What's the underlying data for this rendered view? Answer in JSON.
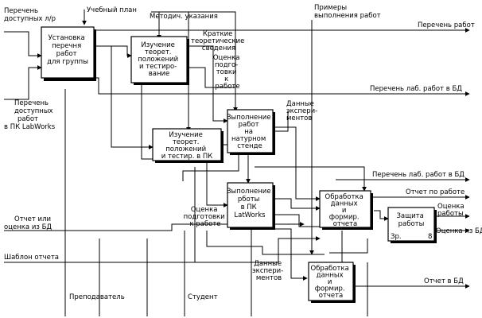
{
  "blocks": [
    {
      "id": "b1",
      "lines": [
        "Установка",
        "перечня",
        "работ",
        "для группы"
      ]
    },
    {
      "id": "b2",
      "lines": [
        "Изучение",
        "теорет.",
        "положений",
        "и тестиро-",
        "вание"
      ]
    },
    {
      "id": "b3",
      "lines": [
        "Изучение",
        "теорет.",
        "положений",
        "и тестир. в ПК"
      ]
    },
    {
      "id": "b4",
      "lines": [
        "Выполнение",
        "работ",
        "на",
        "натурном",
        "стенде"
      ]
    },
    {
      "id": "b5",
      "lines": [
        "Выполнение",
        "рботы",
        "в ПК",
        "LatWorks"
      ]
    },
    {
      "id": "b6",
      "lines": [
        "Обработка",
        "данных",
        "и",
        "формир.",
        "отчета"
      ]
    },
    {
      "id": "b7",
      "lines": [
        "Защита",
        "работы"
      ],
      "corner_left": "Зр.",
      "corner_right": "8"
    },
    {
      "id": "b8",
      "lines": [
        "Обработка",
        "данных",
        "и",
        "формир.",
        "отчета"
      ]
    }
  ],
  "labels": {
    "perechen_dostupnyh_lr": [
      "Перечень",
      "доступных л/р"
    ],
    "uchebny_plan": "Учебный план",
    "metodich": "Методич. указания",
    "primery": [
      "Примеры",
      "выполнения работ"
    ],
    "perechen_rabot": "Перечень работ",
    "kratkie": [
      "Краткие",
      "теоретические",
      "сведения"
    ],
    "ocenka_podg1": [
      "Оценка",
      "подго-",
      "товки",
      "к",
      "работе"
    ],
    "perechen_lab_bd": "Перечень лаб. работ в БД",
    "perechen_dostupnyh_pk": [
      "Перечень",
      "доступных",
      "работ",
      "в ПК LabWorks"
    ],
    "dannye_eksp1": [
      "Данные",
      "экспери-",
      "ментов"
    ],
    "perechen_lab_bd2": "Перечень лаб. работ в БД",
    "otchet_po_rabote": "Отчет по работе",
    "ocenka_raboty": [
      "Оценка",
      "работы"
    ],
    "otchet_ili": [
      "Отчет или",
      "оценка из БД"
    ],
    "ocenka_podg2": [
      "Оценка",
      "подготовки",
      "к работе"
    ],
    "ocenka_bd": "Оценка из БД",
    "shablon": "Шаблон отчета",
    "dannye_eksp2": [
      "Данные",
      "экспери-",
      "ментов"
    ],
    "otchet_v_bd": "Отчет в БД",
    "prepodavatel": "Преподаватель",
    "student": "Студент"
  }
}
